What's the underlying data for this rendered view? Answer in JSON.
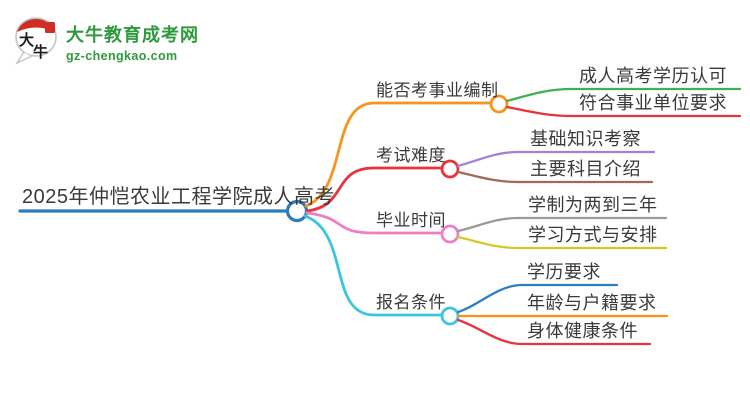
{
  "site": {
    "name": "大牛教育成考网",
    "domain": "gz-chengkao.com",
    "badge_text_1": "大",
    "badge_text_2": "牛",
    "brand_color": "#2f9a3d",
    "seal_color": "#cf2e24"
  },
  "mindmap": {
    "root": {
      "label": "2025年仲恺农业工程学院成人高考",
      "color": "#2b7cb9"
    },
    "branches": [
      {
        "label": "能否考事业编制",
        "color": "#f7941e",
        "children": [
          {
            "label": "成人高考学历认可",
            "color": "#3eb152"
          },
          {
            "label": "符合事业单位要求",
            "color": "#e8323c"
          }
        ]
      },
      {
        "label": "考试难度",
        "color": "#e8323c",
        "children": [
          {
            "label": "基础知识考察",
            "color": "#a182d8"
          },
          {
            "label": "主要科目介绍",
            "color": "#a2685a"
          }
        ]
      },
      {
        "label": "毕业时间",
        "color": "#ee7fc5",
        "children": [
          {
            "label": "学制为两到三年",
            "color": "#9a9a9a"
          },
          {
            "label": "学习方式与安排",
            "color": "#d4c92b"
          }
        ]
      },
      {
        "label": "报名条件",
        "color": "#3bc6e0",
        "children": [
          {
            "label": "学历要求",
            "color": "#2e7fc1"
          },
          {
            "label": "年龄与户籍要求",
            "color": "#ff9015"
          },
          {
            "label": "身体健康条件",
            "color": "#e8323c"
          }
        ]
      }
    ]
  }
}
